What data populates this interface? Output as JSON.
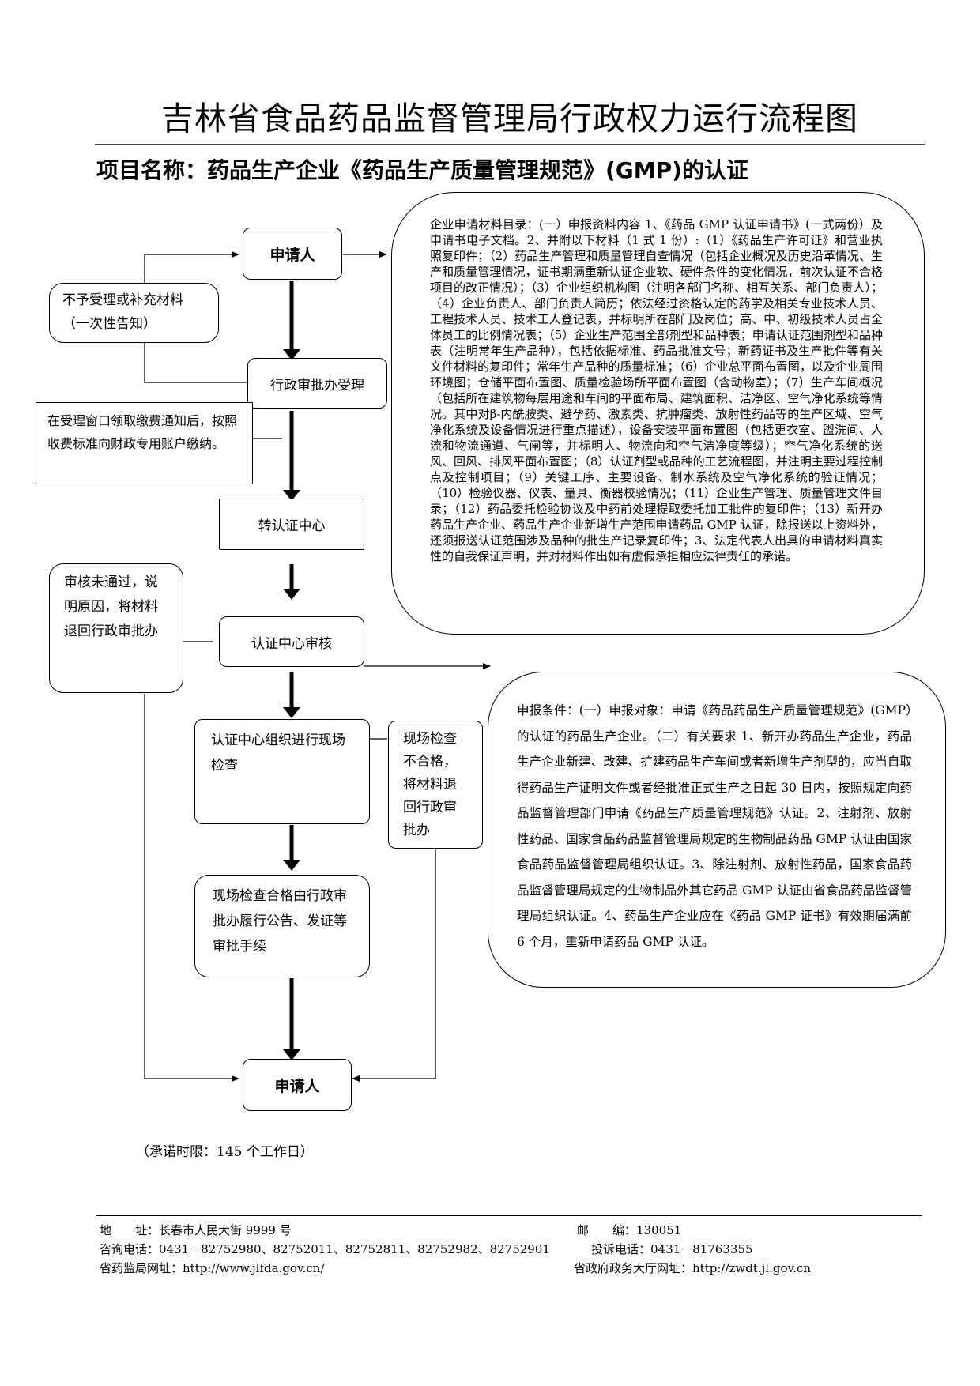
{
  "title": "吉林省食品药品监督管理局行政权力运行流程图",
  "subtitle": "项目名称：药品生产企业《药品生产质量管理规范》(GMP)的认证",
  "nodes": {
    "applicant_top": "申请人",
    "reject_supplement": "不予受理或补充材料（一次性告知）",
    "accept": "行政审批办受理",
    "fee_notice": "在受理窗口领取缴费通知后，按照收费标准向财政专用账户缴纳。",
    "transfer": "转认证中心",
    "audit_fail": "审核未通过，说明原因，将材料退回行政审批办",
    "center_review": "认证中心审核",
    "onsite_inspection": "认证中心组织进行现场检查",
    "inspection_fail": "现场检查不合格，将材料退回行政审批办",
    "inspection_pass": "现场检查合格由行政审批办履行公告、发证等审批手续",
    "applicant_bottom": "申请人"
  },
  "materials_text": "企业申请材料目录：(一）申报资料内容 1、《药品 GMP 认证申请书》(一式两份）及申请书电子文档。2、并附以下材料（1 式 1 份）:（1）《药品生产许可证》和营业执照复印件；（2）药品生产管理和质量管理自查情况（包括企业概况及历史沿革情况、生产和质量管理情况，证书期满重新认证企业软、硬件条件的变化情况，前次认证不合格项目的改正情况）；（3）企业组织机构图（注明各部门名称、相互关系、部门负责人）；（4）企业负责人、部门负责人简历；依法经过资格认定的药学及相关专业技术人员、工程技术人员、技术工人登记表，并标明所在部门及岗位；高、中、初级技术人员占全体员工的比例情况表；（5）企业生产范围全部剂型和品种表；申请认证范围剂型和品种表（注明常年生产品种），包括依据标准、药品批准文号；新药证书及生产批件等有关文件材料的复印件；常年生产品种的质量标准；（6）企业总平面布置图，以及企业周围环境图；仓储平面布置图、质量检验场所平面布置图（含动物室）；（7）生产车间概况（包括所在建筑物每层用途和车间的平面布局、建筑面积、洁净区、空气净化系统等情况。其中对β-内酰胺类、避孕药、激素类、抗肿瘤类、放射性药品等的生产区域、空气净化系统及设备情况进行重点描述），设备安装平面布置图（包括更衣室、盥洗间、人流和物流通道、气闸等，并标明人、物流向和空气洁净度等级）；空气净化系统的送风、回风、排风平面布置图；（8）认证剂型或品种的工艺流程图，并注明主要过程控制点及控制项目；（9）关键工序、主要设备、制水系统及空气净化系统的验证情况；（10）检验仪器、仪表、量具、衡器校验情况；（11）企业生产管理、质量管理文件目录；（12）药品委托检验协议及中药前处理提取委托加工批件的复印件；（13）新开办药品生产企业、药品生产企业新增生产范围申请药品 GMP 认证，除报送以上资料外，还须报送认证范围涉及品种的批生产记录复印件；3、法定代表人出具的申请材料真实性的自我保证声明，并对材料作出如有虚假承担相应法律责任的承诺。",
  "conditions_text": "申报条件：(一）申报对象：申请《药品药品生产质量管理规范》(GMP）的认证的药品生产企业。（二）有关要求 1、新开办药品生产企业，药品生产企业新建、改建、扩建药品生产车间或者新增生产剂型的，应当自取得药品生产证明文件或者经批准正式生产之日起 30 日内，按照规定向药品监督管理部门申请《药品生产质量管理规范》认证。2、注射剂、放射性药品、国家食品药品监督管理局规定的生物制品药品 GMP 认证由国家食品药品监督管理局组织认证。3、除注射剂、放射性药品，国家食品药品监督管理局规定的生物制品外其它药品 GMP 认证由省食品药品监督管理局组织认证。4、药品生产企业应在《药品 GMP 证书》有效期届满前 6 个月，重新申请药品 GMP 认证。",
  "time_limit": "（承诺时限：145 个工作日）",
  "footer": {
    "address_label": "地　　址：",
    "address": "长春市人民大街 9999 号",
    "postcode_label": "邮　　编：",
    "postcode": "130051",
    "phone_label": "咨询电话：",
    "phone": "0431－82752980、82752011、82752811、82752982、82752901",
    "complaint_label": "投诉电话：",
    "complaint": "0431－81763355",
    "website_label": "省药监局网址：",
    "website": "http://www.jlfda.gov.cn/",
    "gov_website_label": "省政府政务大厅网址：",
    "gov_website": "http://zwdt.jl.gov.cn"
  }
}
